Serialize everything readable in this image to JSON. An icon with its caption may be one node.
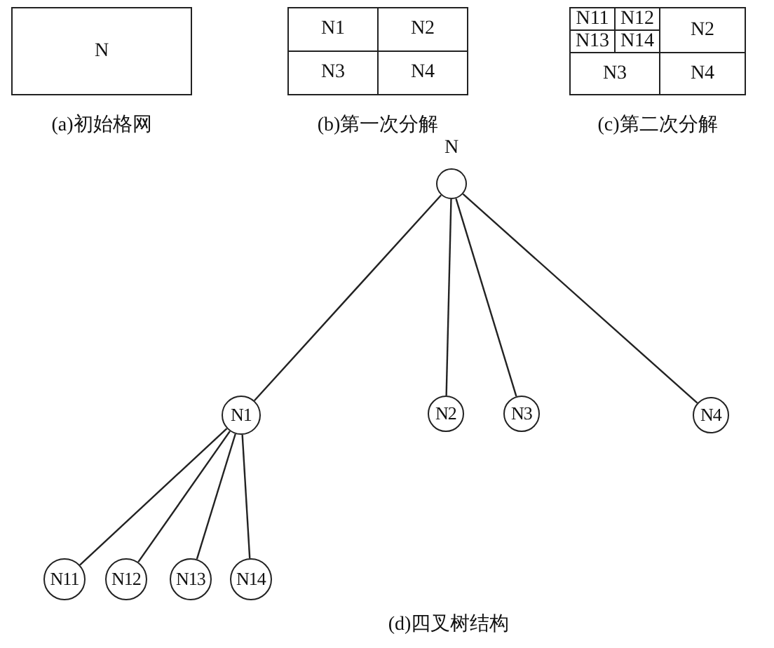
{
  "diagram": {
    "nodes": [
      {
        "text": [
          "N"
        ],
        "beside": [
          "(a)初始格网"
        ]
      },
      {
        "text": [],
        "shape": "box",
        "beside": [
          "(b)第一次分解"
        ]
      },
      {
        "text": [
          "N1"
        ],
        "in": 1
      },
      {
        "text": [
          "N2"
        ],
        "in": 1
      },
      {
        "text": [
          "N3"
        ],
        "in": 1
      },
      {
        "text": [
          "N4"
        ],
        "in": 1
      },
      {
        "text": [],
        "shape": "box",
        "beside": [
          "(c)第二次分解"
        ]
      },
      {
        "text": [
          "N11"
        ],
        "in": 6
      },
      {
        "text": [
          "N12"
        ],
        "in": 6
      },
      {
        "text": [
          "N2"
        ],
        "in": 6
      },
      {
        "text": [
          "N13"
        ],
        "in": 6
      },
      {
        "text": [
          "N14"
        ],
        "in": 6
      },
      {
        "text": [
          "N3"
        ],
        "in": 6
      },
      {
        "text": [
          "N4"
        ],
        "in": 6
      },
      {
        "text": [
          "N"
        ]
      },
      {
        "text": [
          "N1"
        ]
      },
      {
        "text": [
          "N2"
        ]
      },
      {
        "text": [
          "N3"
        ]
      },
      {
        "text": [
          "N4"
        ]
      },
      {
        "text": [
          "N11"
        ]
      },
      {
        "text": [
          "N12"
        ]
      },
      {
        "text": [
          "N13"
        ]
      },
      {
        "text": [
          "N14"
        ]
      }
    ],
    "edges": [
      {
        "from": 14,
        "to": 15,
        "arrow": "none"
      },
      {
        "from": 14,
        "to": 16,
        "arrow": "none"
      },
      {
        "from": 14,
        "to": 17,
        "arrow": "none"
      },
      {
        "from": 14,
        "to": 18,
        "arrow": "none"
      },
      {
        "from": 15,
        "to": 19,
        "arrow": "none"
      },
      {
        "from": 15,
        "to": 20,
        "arrow": "none"
      },
      {
        "from": 15,
        "to": 21,
        "arrow": "none"
      },
      {
        "from": 15,
        "to": 22,
        "arrow": "none"
      }
    ],
    "labels": [
      "(d)四叉树结构"
    ]
  }
}
